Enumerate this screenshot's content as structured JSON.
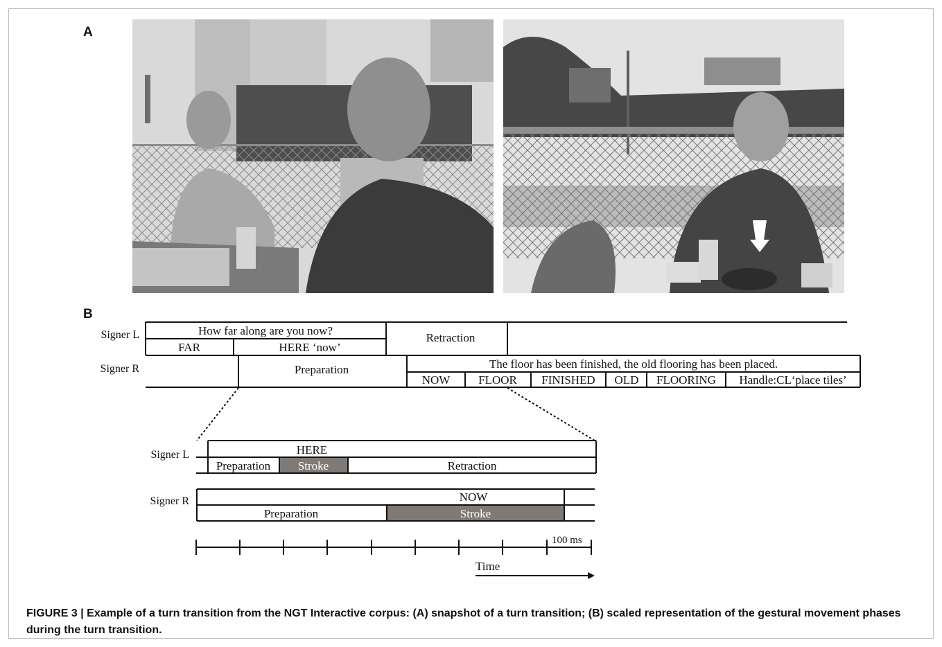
{
  "panel_labels": {
    "a": "A",
    "b": "B"
  },
  "figure_caption": "FIGURE 3 | Example of a turn transition from the NGT Interactive corpus: (A) snapshot of a turn transition; (B) scaled representation of the gestural movement phases during the turn transition.",
  "timeline_top": {
    "signer_l_label": "Signer L",
    "signer_r_label": "Signer R",
    "signer_l_sentence": "How far along are you now?",
    "signer_l_glosses": [
      "FAR",
      "HERE ‘now’"
    ],
    "signer_l_retraction": "Retraction",
    "signer_r_preparation": "Preparation",
    "signer_r_sentence": "The floor has been finished, the old flooring has been placed.",
    "signer_r_glosses": [
      "NOW",
      "FLOOR",
      "FINISHED",
      "OLD",
      "FLOORING",
      "Handle:CL‘place tiles’"
    ]
  },
  "timeline_zoom": {
    "signer_l_label": "Signer L",
    "signer_r_label": "Signer R",
    "signer_l_gloss": "HERE",
    "signer_l_phases": [
      "Preparation",
      "Stroke",
      "Retraction"
    ],
    "signer_r_gloss": "NOW",
    "signer_r_phases": [
      "Preparation",
      "Stroke"
    ],
    "scale_label": "100 ms",
    "time_label": "Time"
  },
  "colors": {
    "stroke_fill": "#7f7a76",
    "line": "#111111"
  }
}
